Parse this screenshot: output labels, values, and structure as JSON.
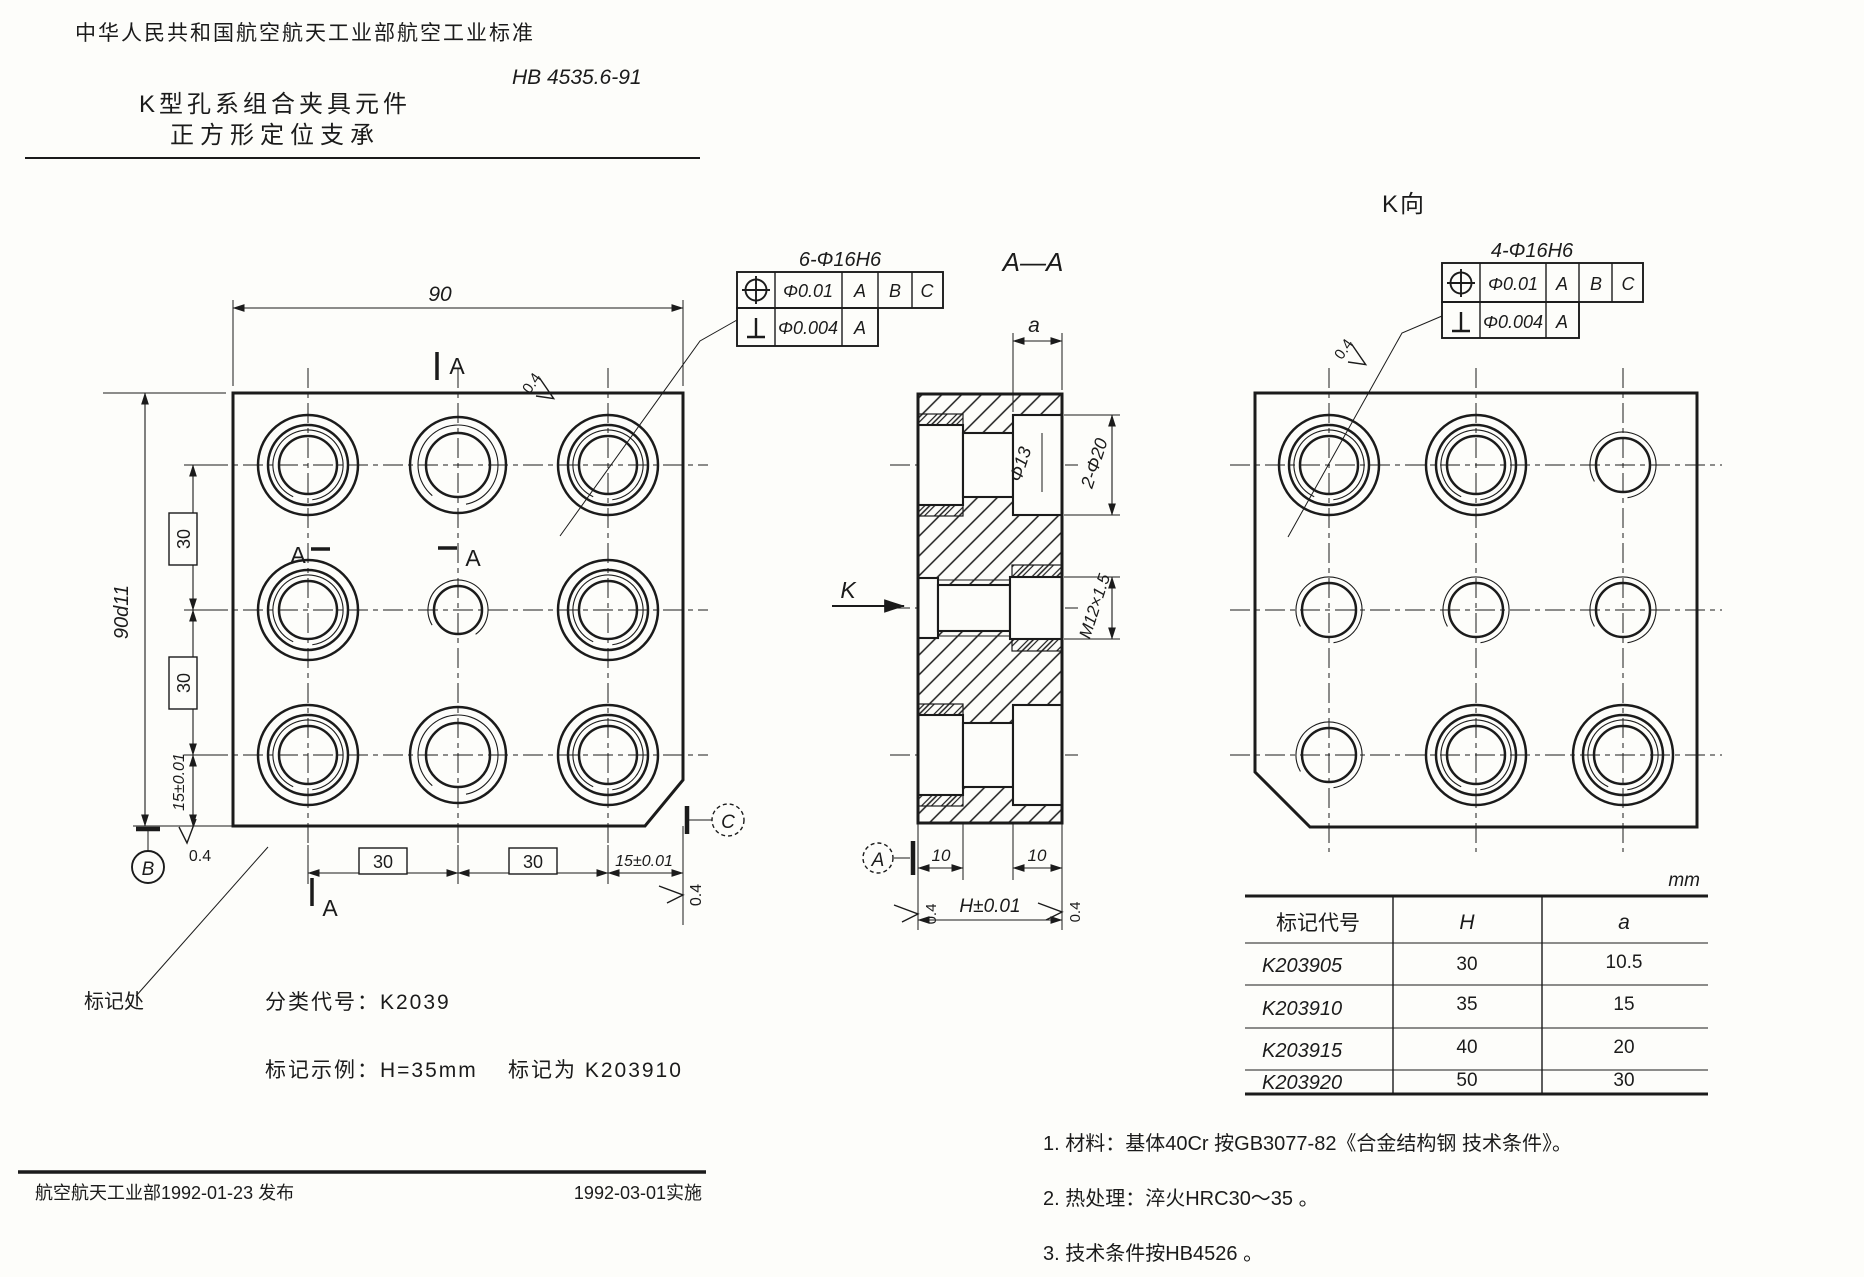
{
  "header": {
    "org_standard": "中华人民共和国航空航天工业部航空工业标准",
    "standard_no": "HB 4535.6-91",
    "title1": "K型孔系组合夹具元件",
    "title2": "正方形定位支承"
  },
  "left_view": {
    "dim_top": "90",
    "dim_side": "90d11",
    "dim_pitch": "30",
    "dim_edge": "15±0.01",
    "roughness": "0.4",
    "section_label": "A",
    "datum_b": "B",
    "datum_c": "C",
    "mark_note": "标记处"
  },
  "section_view": {
    "title": "A—A",
    "dim_a": "a",
    "bore": "Φ13",
    "counterbore": "2-Φ20",
    "thread": "M12×1.5",
    "dim_depth": "10",
    "dim_h": "H±0.01",
    "view_dir": "K",
    "datum_a": "A",
    "roughness": "0.4"
  },
  "right_view": {
    "label": "K向",
    "roughness": "0.4"
  },
  "fcf_left": {
    "qty": "6-Φ16H6",
    "pos_tol": "Φ0.01",
    "ref1": "A",
    "ref2": "B",
    "ref3": "C",
    "perp_tol": "Φ0.004",
    "perp_ref": "A"
  },
  "fcf_right": {
    "qty": "4-Φ16H6",
    "pos_tol": "Φ0.01",
    "ref1": "A",
    "ref2": "B",
    "ref3": "C",
    "perp_tol": "Φ0.004",
    "perp_ref": "A"
  },
  "classification": {
    "code": "分类代号：K2039",
    "example": "标记示例：H=35mm",
    "designation": "标记为 K203910"
  },
  "spec_table": {
    "unit": "mm",
    "headers": [
      "标记代号",
      "H",
      "a"
    ],
    "rows": [
      [
        "K203905",
        "30",
        "10.5"
      ],
      [
        "K203910",
        "35",
        "15"
      ],
      [
        "K203915",
        "40",
        "20"
      ],
      [
        "K203920",
        "50",
        "30"
      ]
    ]
  },
  "notes": [
    "1. 材料：基体40Cr 按GB3077-82《合金结构钢 技术条件》。",
    "2. 热处理：淬火HRC30～35 。",
    "3. 技术条件按HB4526 。"
  ],
  "footer": {
    "issued": "航空航天工业部1992-01-23 发布",
    "effective": "1992-03-01实施"
  }
}
